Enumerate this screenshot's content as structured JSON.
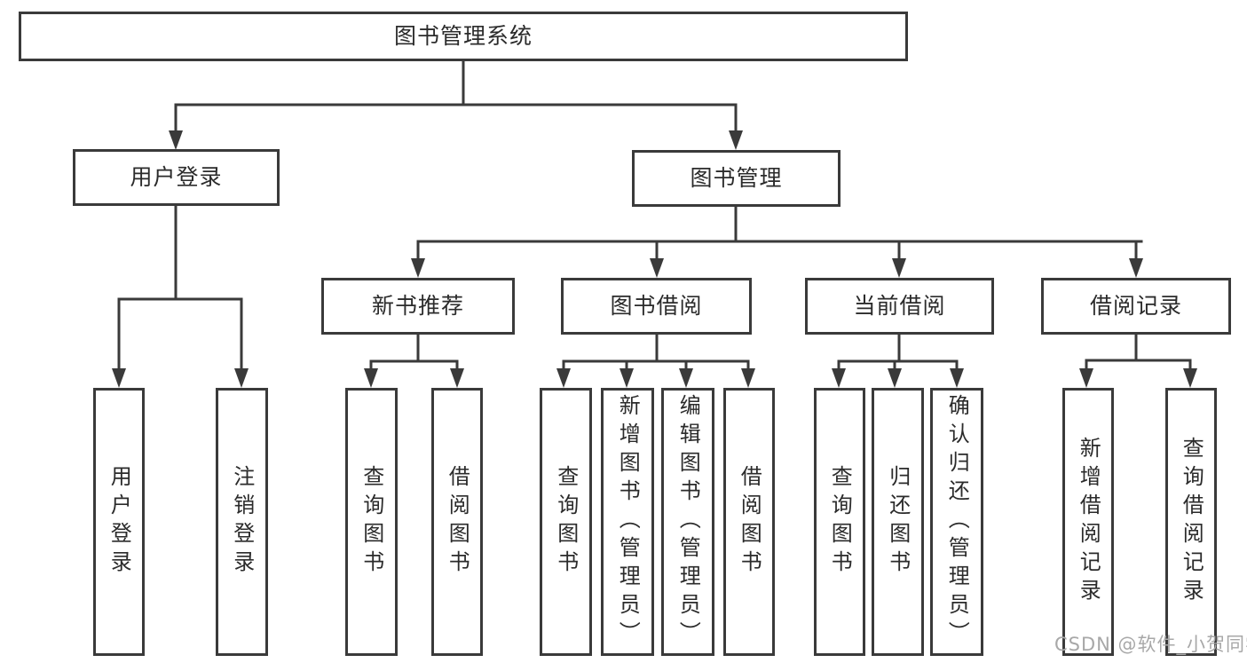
{
  "diagram": {
    "title": "图书管理系统",
    "type": "functional-structure-tree",
    "colors": {
      "line": "#3a3a3a",
      "text": "#2b2b2b",
      "watermark": "#a8a8a8",
      "background": "#ffffff"
    },
    "root": {
      "label": "图书管理系统"
    },
    "branches": [
      {
        "label": "用户登录",
        "children": [
          {
            "label": "用户登录"
          },
          {
            "label": "注销登录"
          }
        ]
      },
      {
        "label": "图书管理",
        "subgroups": [
          {
            "label": "新书推荐",
            "children": [
              {
                "label": "查询图书"
              },
              {
                "label": "借阅图书"
              }
            ]
          },
          {
            "label": "图书借阅",
            "children": [
              {
                "label": "查询图书"
              },
              {
                "label": "新增图书（管理员）"
              },
              {
                "label": "编辑图书（管理员）"
              },
              {
                "label": "借阅图书"
              }
            ]
          },
          {
            "label": "当前借阅",
            "children": [
              {
                "label": "查询图书"
              },
              {
                "label": "归还图书"
              },
              {
                "label": "确认归还（管理员）"
              }
            ]
          },
          {
            "label": "借阅记录",
            "children": [
              {
                "label": "新增借阅记录"
              },
              {
                "label": "查询借阅记录"
              }
            ]
          }
        ]
      }
    ],
    "watermark": "CSDN @软件_小贺同学"
  }
}
